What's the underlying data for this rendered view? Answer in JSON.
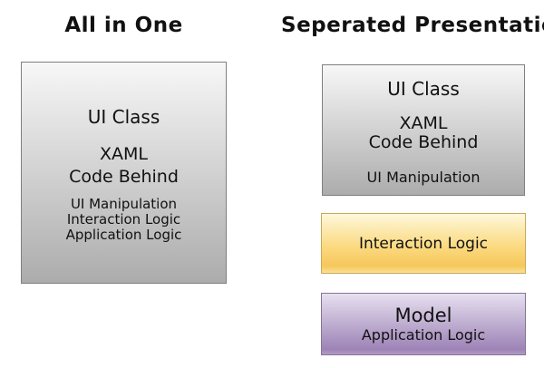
{
  "columns": {
    "left": {
      "title": "All in One",
      "box": {
        "primary": "UI Class",
        "secondary": [
          "XAML",
          "Code Behind"
        ],
        "details": [
          "UI Manipulation",
          "Interaction Logic",
          "Application Logic"
        ]
      }
    },
    "right": {
      "title": "Seperated Presentation",
      "ui_box": {
        "primary": "UI Class",
        "secondary": [
          "XAML",
          "Code Behind"
        ],
        "details": [
          "UI Manipulation"
        ]
      },
      "interaction_box": {
        "label": "Interaction Logic"
      },
      "model_box": {
        "primary": "Model",
        "detail": "Application Logic"
      }
    }
  },
  "colors": {
    "text": "#111111",
    "gray-top": "#F7F7F7",
    "gray-bottom": "#ACACAC",
    "gray-border": "#7F7F7F",
    "gold-top": "#FEF8DC",
    "gold-mid": "#FBDA80",
    "gold-bottom": "#F6C75C",
    "gold-edge": "#FAE094",
    "gold-border": "#C9A959",
    "purple-top": "#E7E0F0",
    "purple-bottom": "#9D83B6",
    "purple-edge": "#B29CC6",
    "purple-border": "#857397"
  }
}
